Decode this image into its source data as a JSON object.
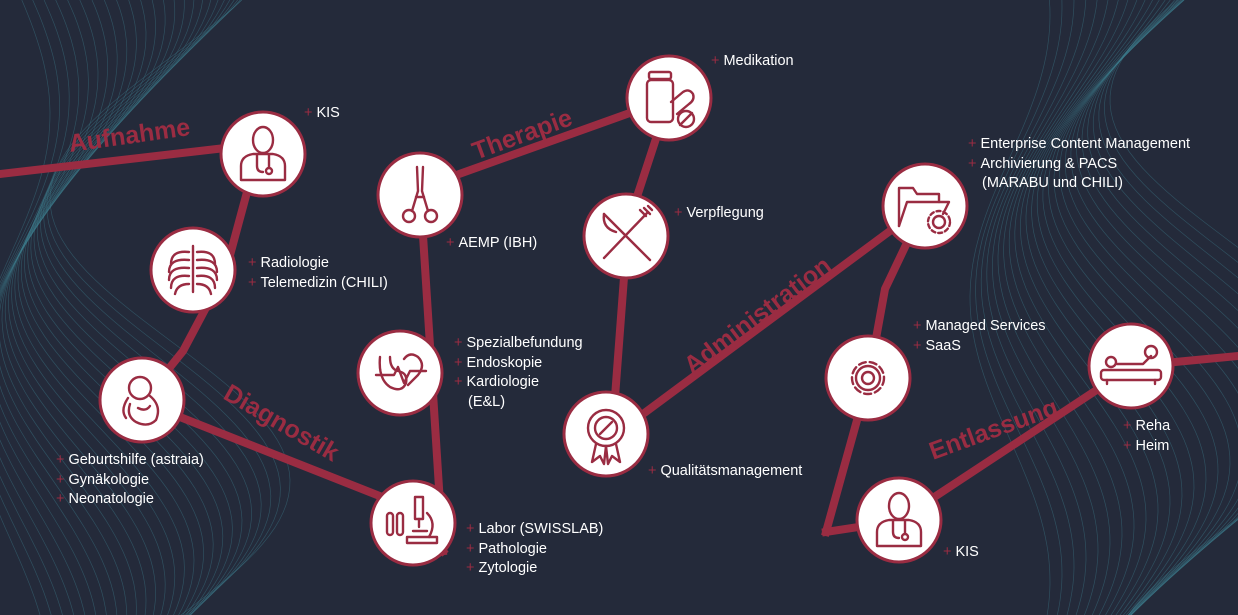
{
  "stages": {
    "admission": "Aufnahme",
    "diagnostics": "Diagnostik",
    "therapy": "Therapie",
    "administration": "Administration",
    "discharge": "Entlassung"
  },
  "nodes": [
    {
      "id": "doctor-in",
      "icon": "doctor-icon",
      "items": [
        "KIS"
      ]
    },
    {
      "id": "ribcage",
      "icon": "ribcage-icon",
      "items": [
        "Radiologie",
        "Telemedizin (CHILI)"
      ]
    },
    {
      "id": "fetus",
      "icon": "fetus-icon",
      "items": [
        "Geburtshilfe (astraia)",
        "Gynäkologie",
        "Neonatologie"
      ]
    },
    {
      "id": "clamp",
      "icon": "surgical-clamp-icon",
      "items": [
        "AEMP (IBH)"
      ]
    },
    {
      "id": "organs",
      "icon": "stomach-heart-icon",
      "items": [
        "Spezialbefundung",
        "Endoskopie",
        "Kardiologie"
      ],
      "continuation": "(E&L)"
    },
    {
      "id": "microscope",
      "icon": "microscope-icon",
      "items": [
        "Labor (SWISSLAB)",
        "Pathologie",
        "Zytologie"
      ]
    },
    {
      "id": "medication",
      "icon": "medicine-bottle-icon",
      "items": [
        "Medikation"
      ]
    },
    {
      "id": "cutlery",
      "icon": "knife-fork-icon",
      "items": [
        "Verpflegung"
      ]
    },
    {
      "id": "quality",
      "icon": "quality-seal-icon",
      "items": [
        "Qualitätsmanagement"
      ]
    },
    {
      "id": "folder",
      "icon": "folder-gear-icon",
      "items": [
        "Enterprise Content Management",
        "Archivierung & PACS"
      ],
      "continuation": "(MARABU und CHILI)"
    },
    {
      "id": "gear",
      "icon": "gear-icon",
      "items": [
        "Managed Services",
        "SaaS"
      ]
    },
    {
      "id": "doctor-out",
      "icon": "doctor-icon",
      "items": [
        "KIS"
      ]
    },
    {
      "id": "rehab",
      "icon": "patient-bed-icon",
      "items": [
        "Reha",
        "Heim"
      ]
    }
  ],
  "colors": {
    "background": "#242a3a",
    "accent": "#9a2c42",
    "text": "#ffffff",
    "wave": "#3d7e8e"
  }
}
